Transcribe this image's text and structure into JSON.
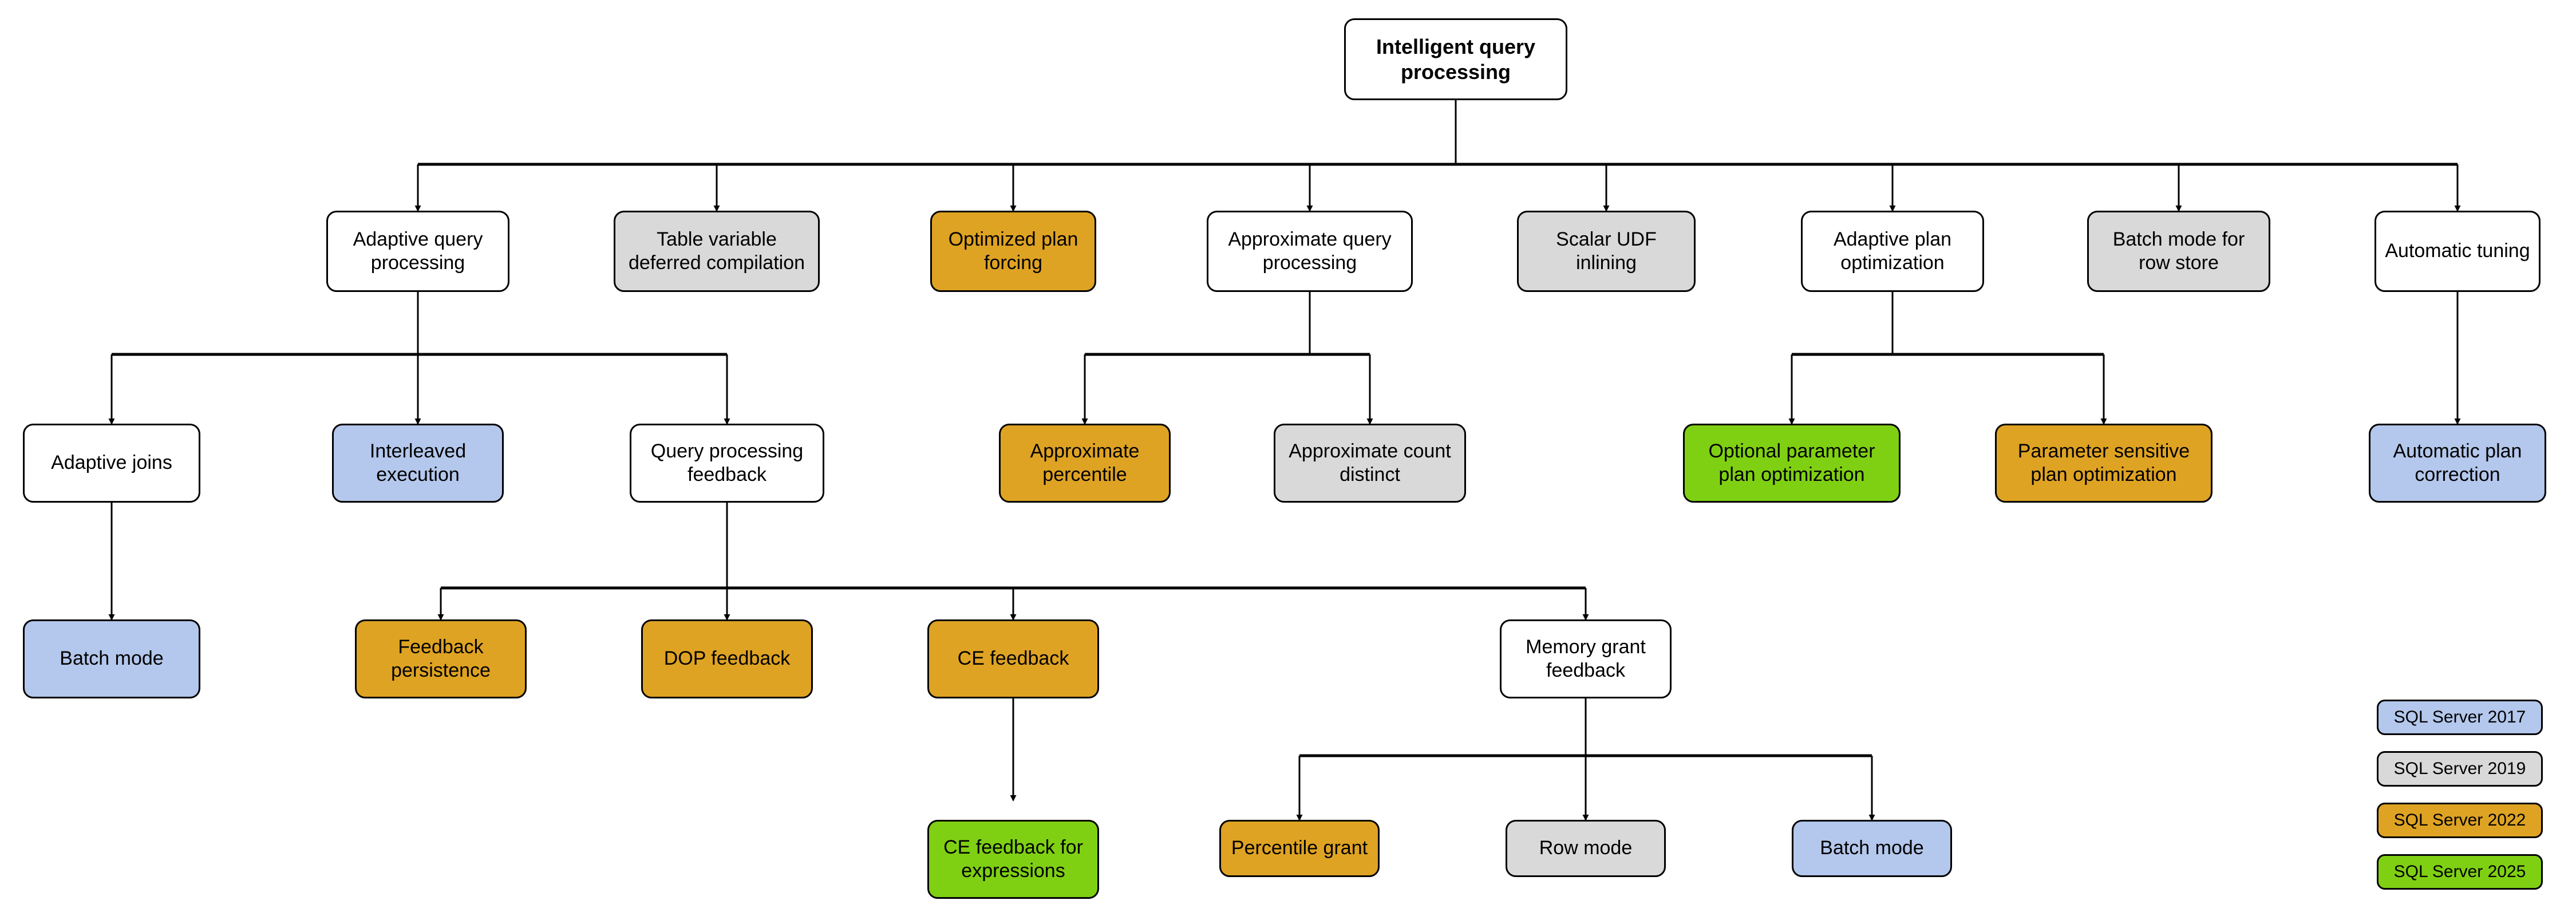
{
  "diagram": {
    "title": "Intelligent query processing",
    "palette": {
      "white": "#ffffff",
      "gray": "#d9d9d9",
      "orange": "#dfa323",
      "blue": "#b4c7ec",
      "green": "#7fd013",
      "stroke": "#000000"
    },
    "nodes": {
      "root": "Intelligent query processing",
      "adaptive_query_processing": "Adaptive query processing",
      "table_variable_deferred_compilation": "Table variable deferred compilation",
      "optimized_plan_forcing": "Optimized plan forcing",
      "approximate_query_processing": "Approximate query processing",
      "scalar_udf_inlining": "Scalar UDF inlining",
      "adaptive_plan_optimization": "Adaptive plan optimization",
      "batch_mode_for_row_store": "Batch mode for row store",
      "automatic_tuning": "Automatic tuning",
      "adaptive_joins": "Adaptive joins",
      "interleaved_execution": "Interleaved execution",
      "query_processing_feedback": "Query processing feedback",
      "approximate_percentile": "Approximate percentile",
      "approximate_count_distinct": "Approximate count distinct",
      "optional_parameter_plan_optimization": "Optional parameter plan optimization",
      "parameter_sensitive_plan_optimization": "Parameter sensitive plan optimization",
      "automatic_plan_correction": "Automatic plan correction",
      "batch_mode_adaptive_joins": "Batch mode",
      "feedback_persistence": "Feedback persistence",
      "dop_feedback": "DOP feedback",
      "ce_feedback": "CE feedback",
      "memory_grant_feedback": "Memory grant feedback",
      "ce_feedback_for_expressions": "CE feedback for expressions",
      "percentile_grant": "Percentile grant",
      "row_mode": "Row mode",
      "batch_mode_memory_grant": "Batch mode"
    },
    "legend": {
      "items": [
        {
          "label": "SQL Server 2017",
          "color": "#b4c7ec"
        },
        {
          "label": "SQL Server 2019",
          "color": "#d9d9d9"
        },
        {
          "label": "SQL Server 2022",
          "color": "#dfa323"
        },
        {
          "label": "SQL Server 2025",
          "color": "#7fd013"
        }
      ]
    }
  }
}
